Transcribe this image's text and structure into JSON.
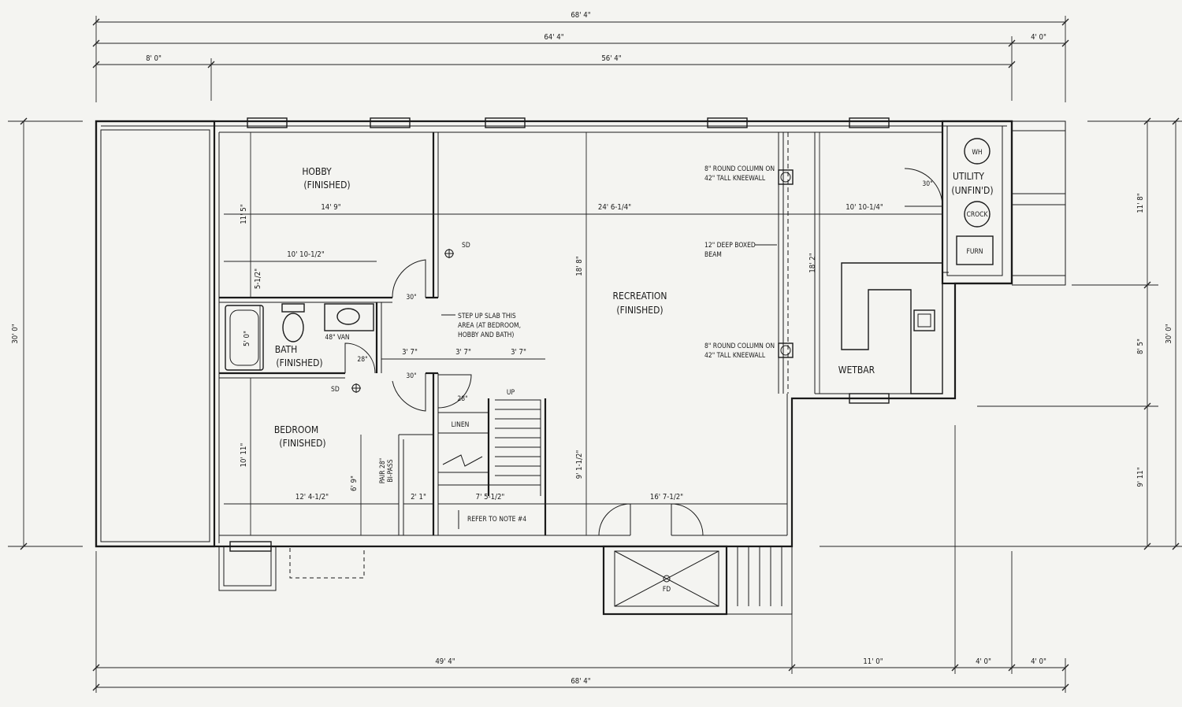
{
  "dimensions": {
    "top_overall": "68' 4\"",
    "top_main": "64' 4\"",
    "top_right": "4' 0\"",
    "top_left_seg": "8' 0\"",
    "top_mid_seg": "56' 4\"",
    "bottom_left": "49' 4\"",
    "bottom_mid": "11' 0\"",
    "bottom_r1": "4' 0\"",
    "bottom_r2": "4' 0\"",
    "bottom_overall": "68' 4\"",
    "left_overall": "30' 0\"",
    "right_overall": "30' 0\"",
    "right_seg1": "11' 8\"",
    "right_seg2": "8' 5\"",
    "right_seg3": "9' 11\"",
    "hobby_width": "14' 9\"",
    "hobby_height": "11' 5\"",
    "hobby_inner": "10' 10-1/2\"",
    "closet_depth": "5-1/2\"",
    "rec_width": "24' 6-1/4\"",
    "rec_height_upper": "18' 8\"",
    "rec_height_lower": "9' 1-1/2\"",
    "rec_bottom": "16' 7-1/2\"",
    "wetbar_width": "10' 10-1/4\"",
    "wetbar_height": "18' 2\"",
    "bath_height": "5' 0\"",
    "hall_a": "3' 7\"",
    "hall_b": "3' 7\"",
    "hall_c": "3' 7\"",
    "bedroom_height": "10' 11\"",
    "bedroom_width": "12' 4-1/2\"",
    "closet_height": "6' 9\"",
    "closet_width": "2' 1\"",
    "stair_width": "7' 5-1/2\""
  },
  "rooms": {
    "hobby_name": "HOBBY",
    "hobby_status": "(FINISHED)",
    "recreation_name": "RECREATION",
    "recreation_status": "(FINISHED)",
    "utility_name": "UTILITY",
    "utility_status": "(UNFIN'D)",
    "bath_name": "BATH",
    "bath_status": "(FINISHED)",
    "bedroom_name": "BEDROOM",
    "bedroom_status": "(FINISHED)",
    "wetbar_name": "WETBAR",
    "linen": "LINEN"
  },
  "notes": {
    "column_top_1": "8\" ROUND COLUMN ON",
    "column_top_2": "42\" TALL KNEEWALL",
    "beam_1": "12\" DEEP BOXED",
    "beam_2": "BEAM",
    "column_bot_1": "8\" ROUND COLUMN ON",
    "column_bot_2": "42\" TALL KNEEWALL",
    "step_1": "STEP UP SLAB THIS",
    "step_2": "AREA (AT BEDROOM,",
    "step_3": "HOBBY AND BATH)",
    "refer": "REFER TO NOTE #4",
    "van": "48\" VAN",
    "bipass_1": "PAIR 28\"",
    "bipass_2": "BI-PASS"
  },
  "symbols": {
    "sd": "SD",
    "wh": "WH",
    "crock": "CROCK",
    "furn": "FURN",
    "fd": "FD",
    "up": "UP"
  },
  "doors": {
    "d30_hobby": "30\"",
    "d28_bath": "28\"",
    "d30_bed": "30\"",
    "d28_linen": "28\"",
    "d30_util": "30\""
  }
}
